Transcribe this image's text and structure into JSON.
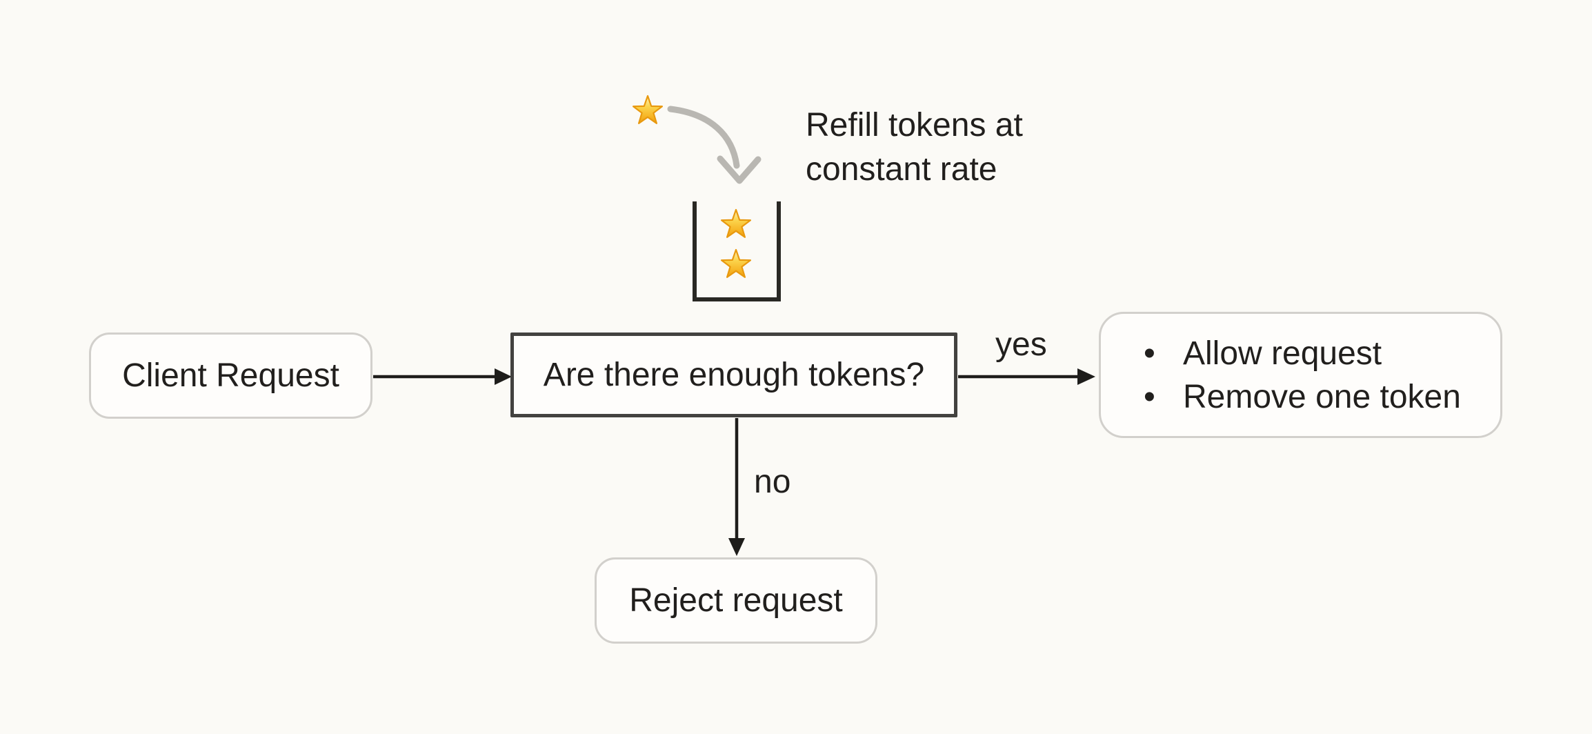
{
  "refill": {
    "caption_full": "Refill tokens at constant rate",
    "caption_lines": [
      "Refill tokens at",
      "constant rate"
    ]
  },
  "bucket": {
    "token_count": 2,
    "token_icon": "star-emoji"
  },
  "nodes": {
    "client": {
      "label": "Client Request"
    },
    "question": {
      "label": "Are there enough tokens?"
    },
    "allow": {
      "items": [
        "Allow request",
        "Remove one token"
      ]
    },
    "reject": {
      "label": "Reject request"
    }
  },
  "edges": {
    "yes_label": "yes",
    "no_label": "no"
  },
  "colors": {
    "background": "#fbfaf6",
    "node_fill": "#fefdfb",
    "light_border": "#d2d0cc",
    "dark_border": "#434240",
    "arrow": "#1e1d1b",
    "refill_arrow": "#b9b7b2",
    "text": "#211f1d",
    "star_gold": "#f7c52f"
  }
}
